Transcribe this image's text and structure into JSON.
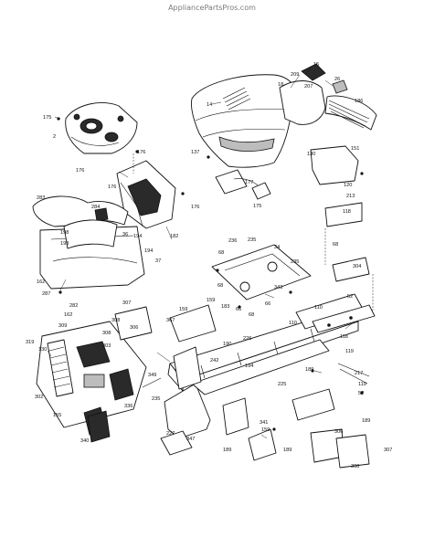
{
  "watermark": "AppliancePartsPros.com",
  "callouts": [
    "15",
    "26",
    "209",
    "18",
    "207",
    "186",
    "14",
    "175",
    "2",
    "176",
    "176",
    "176",
    "137",
    "130",
    "151",
    "120",
    "177",
    "175",
    "176",
    "182",
    "213",
    "118",
    "68",
    "283",
    "284",
    "198",
    "198",
    "36",
    "194",
    "194",
    "37",
    "236",
    "235",
    "68",
    "34",
    "235",
    "304",
    "162",
    "287",
    "282",
    "162",
    "68",
    "66",
    "68",
    "66",
    "343",
    "52",
    "159",
    "183",
    "159",
    "307",
    "308",
    "306",
    "367",
    "110",
    "110",
    "309",
    "319",
    "308",
    "303",
    "130",
    "226",
    "118",
    "119",
    "190",
    "194",
    "217",
    "242",
    "349",
    "225",
    "189",
    "119",
    "52",
    "302",
    "336",
    "235",
    "155",
    "227",
    "341",
    "189",
    "340",
    "347",
    "159",
    "189",
    "189",
    "306",
    "307",
    "308"
  ],
  "icons": [
    "hood-icon",
    "dashboard-icon",
    "chassis-frame-icon",
    "fender-icon",
    "console-panel-icon",
    "hardware-icon"
  ]
}
